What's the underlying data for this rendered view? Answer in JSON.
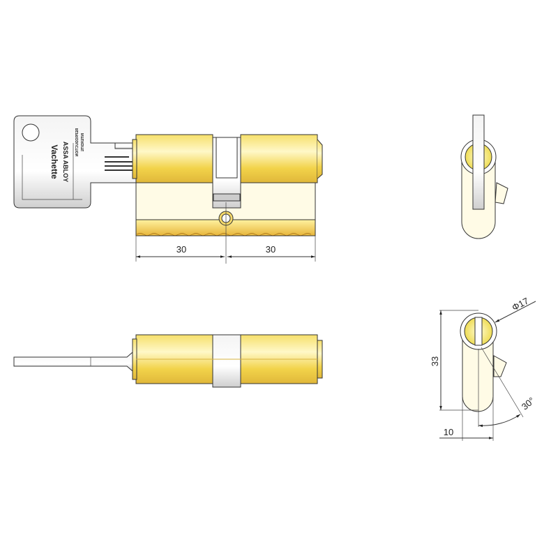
{
  "key": {
    "brand": "Vachette",
    "group": "ASSA ABLOY",
    "notice_line1": "REPRODUCTION",
    "notice_line2": "INTERDITE"
  },
  "front_view": {
    "dimension_left": "30",
    "dimension_right": "30"
  },
  "end_view": {
    "diameter_label": "Φ17",
    "height_label": "33",
    "width_label": "10",
    "cam_angle_label": "30°"
  },
  "colors": {
    "brass_light": "#fff6b0",
    "brass_mid": "#f2d34a",
    "brass_dark": "#c99a1e",
    "outline": "#333333"
  }
}
